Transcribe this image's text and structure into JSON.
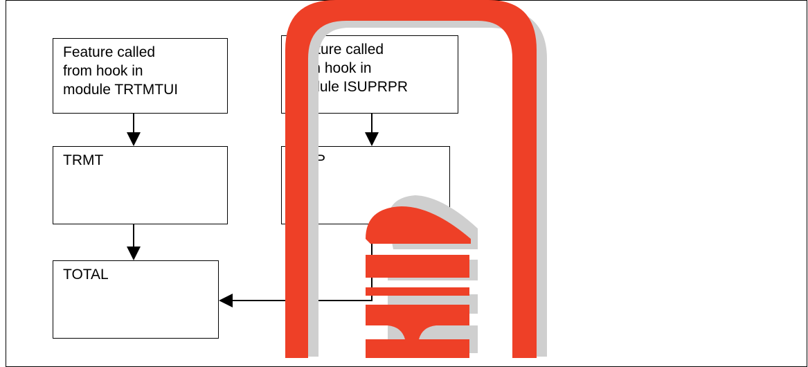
{
  "diagram": {
    "boxes": {
      "trtmtui_feature": {
        "lines": [
          "Feature called",
          "from hook in",
          "module TRTMTUI"
        ]
      },
      "isuprpr_feature": {
        "lines": [
          "Feature called",
          "from hook in",
          "module ISUPRPR"
        ]
      },
      "trmt": {
        "label": "TRMT"
      },
      "isup": {
        "label": "ISUP"
      },
      "total": {
        "label": "TOTAL"
      }
    },
    "edges": [
      {
        "from": "trtmtui_feature",
        "to": "trmt"
      },
      {
        "from": "trmt",
        "to": "total"
      },
      {
        "from": "isuprpr_feature",
        "to": "isup"
      },
      {
        "from": "isup",
        "to": "total"
      }
    ]
  },
  "overlay": {
    "description_color_red": "#ee4027",
    "description_color_shadow": "#cfcfcf"
  }
}
